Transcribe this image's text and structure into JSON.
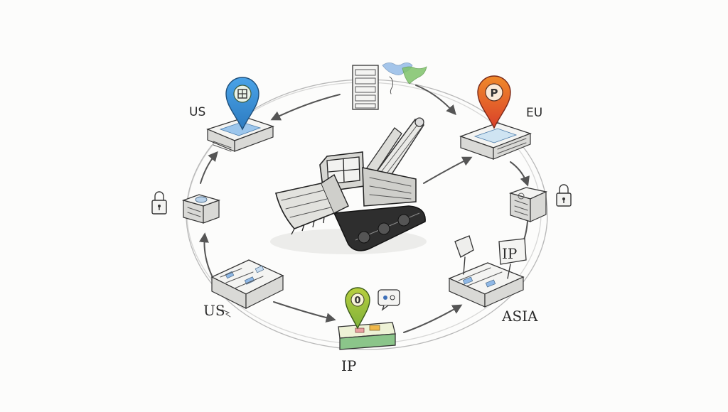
{
  "labels": {
    "us_top": "US",
    "eu": "EU",
    "us_bottom": "US",
    "asia": "ASIA",
    "ip_bottom": "IP",
    "ip_right": "IP"
  },
  "pins": {
    "us": {
      "glyph": "⊞",
      "color": "#3c8fd8",
      "accent": "#4caf7d"
    },
    "eu": {
      "glyph": "P",
      "color": "#e8572a",
      "accent": "#f2a23a"
    },
    "ip": {
      "glyph": "0",
      "color": "#8fbf3a",
      "accent": "#e2c84a"
    }
  },
  "icons": [
    "lock-icon",
    "lock-icon",
    "server-rack-icon",
    "world-map-icon",
    "bulldozer-icon"
  ],
  "colors": {
    "pin_blue": "#3c8fd8",
    "pin_orange": "#e8572a",
    "pin_green": "#8fbf3a",
    "map_green": "#7fc36a",
    "map_blue": "#8fb8e6"
  }
}
